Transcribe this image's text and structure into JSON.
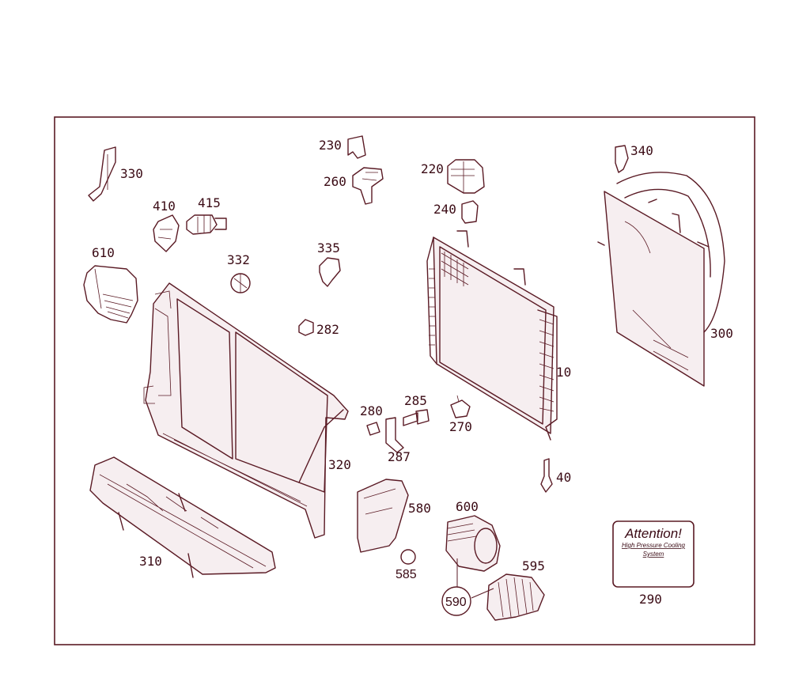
{
  "labels": {
    "p10": "10",
    "p40": "40",
    "p220": "220",
    "p230": "230",
    "p240": "240",
    "p260": "260",
    "p270": "270",
    "p280": "280",
    "p282": "282",
    "p285": "285",
    "p287": "287",
    "p290": "290",
    "p300": "300",
    "p310": "310",
    "p320": "320",
    "p330": "330",
    "p332": "332",
    "p335": "335",
    "p340": "340",
    "p410": "410",
    "p415": "415",
    "p580": "580",
    "p585": "585",
    "p590": "590",
    "p595": "595",
    "p600": "600",
    "p610": "610"
  },
  "attention_label": {
    "title": "Attention!",
    "line1": "High Pressure Cooling",
    "line2": "System"
  },
  "colors": {
    "line": "#5a1a24",
    "text": "#3a0a14",
    "background": "#ffffff"
  }
}
